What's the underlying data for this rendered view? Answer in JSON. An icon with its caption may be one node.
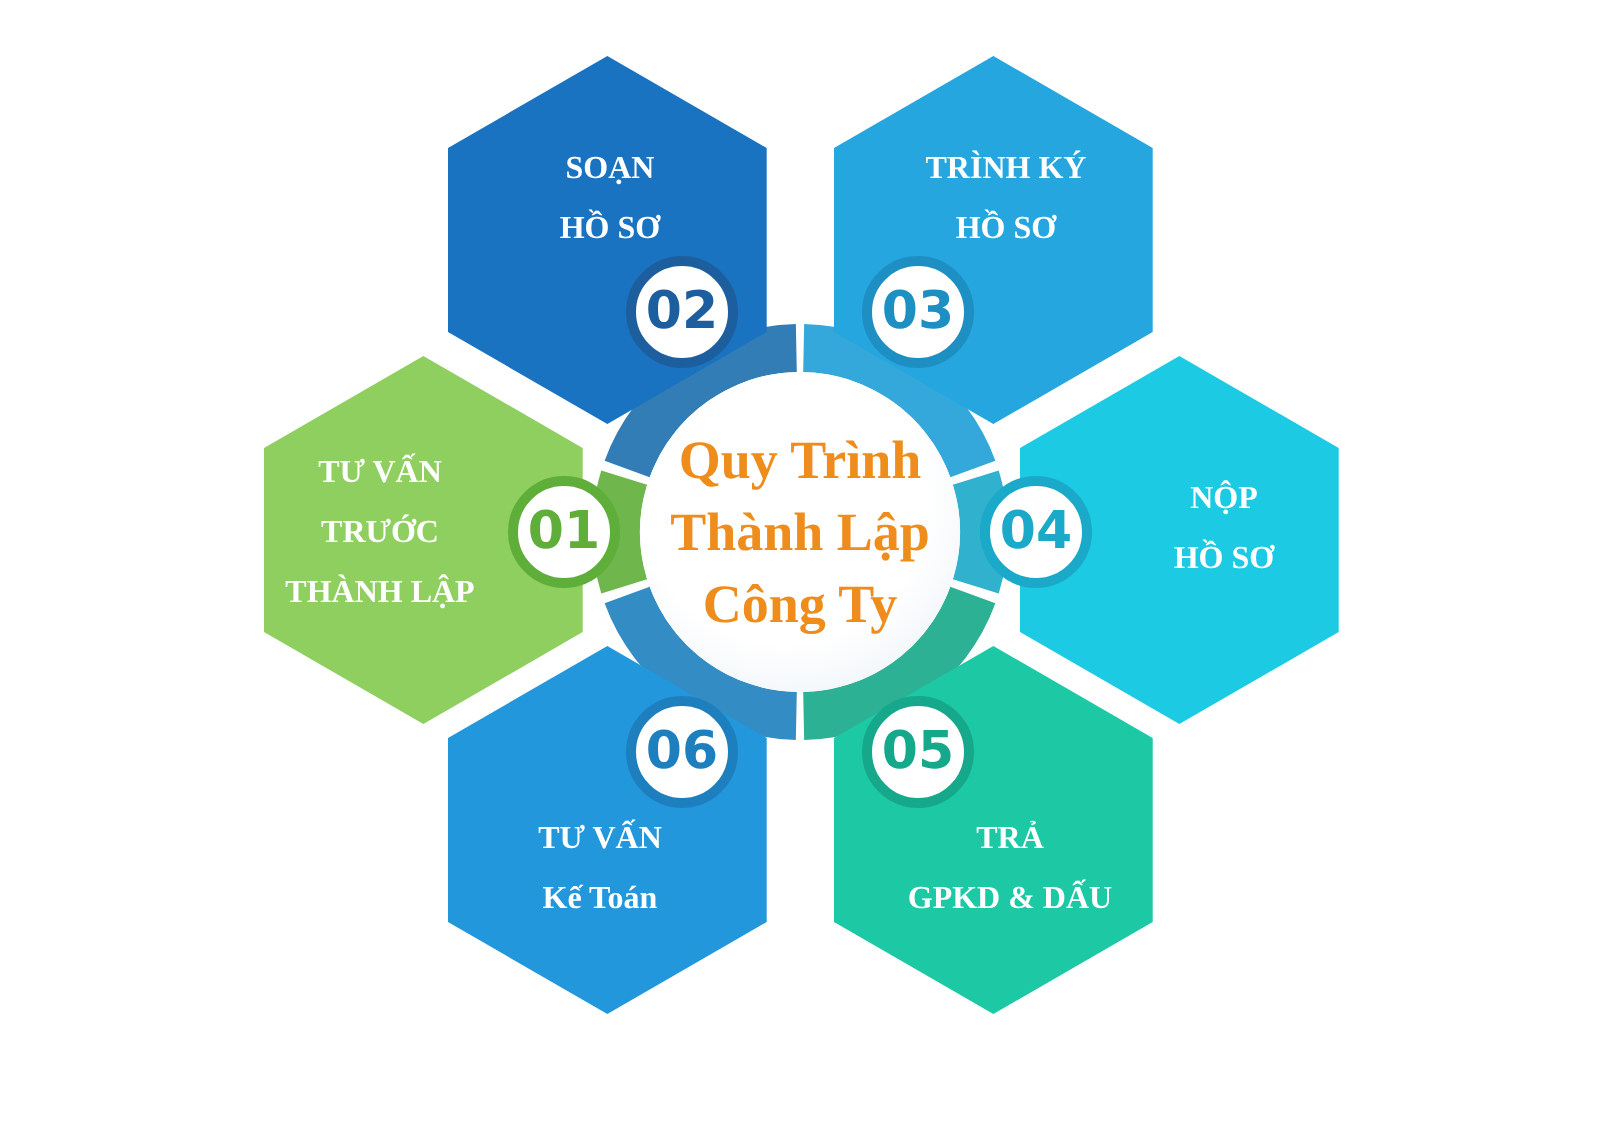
{
  "diagram": {
    "nodes": [
      {
        "text": [
          "Quy Trình Thành Lập Công Ty"
        ]
      },
      {
        "text": [
          "TƯ VẤN TRƯỚC THÀNH LẬP"
        ]
      },
      {
        "text": [
          "01"
        ]
      },
      {
        "text": [
          "SOẠN HỒ SƠ"
        ]
      },
      {
        "text": [
          "02"
        ],
        "in": 3
      },
      {
        "text": [
          "TRÌNH KÝ HỒ SƠ"
        ]
      },
      {
        "text": [
          "03"
        ],
        "in": 5
      },
      {
        "text": [
          "NỘP HỒ SƠ"
        ]
      },
      {
        "text": [
          "04"
        ]
      },
      {
        "text": [
          "TRẢ GPKD & DẤU"
        ]
      },
      {
        "text": [
          "05"
        ],
        "in": 9
      },
      {
        "text": [
          "TƯ VẤN Kế Toán"
        ]
      },
      {
        "text": [
          "06"
        ],
        "in": 11
      }
    ]
  }
}
